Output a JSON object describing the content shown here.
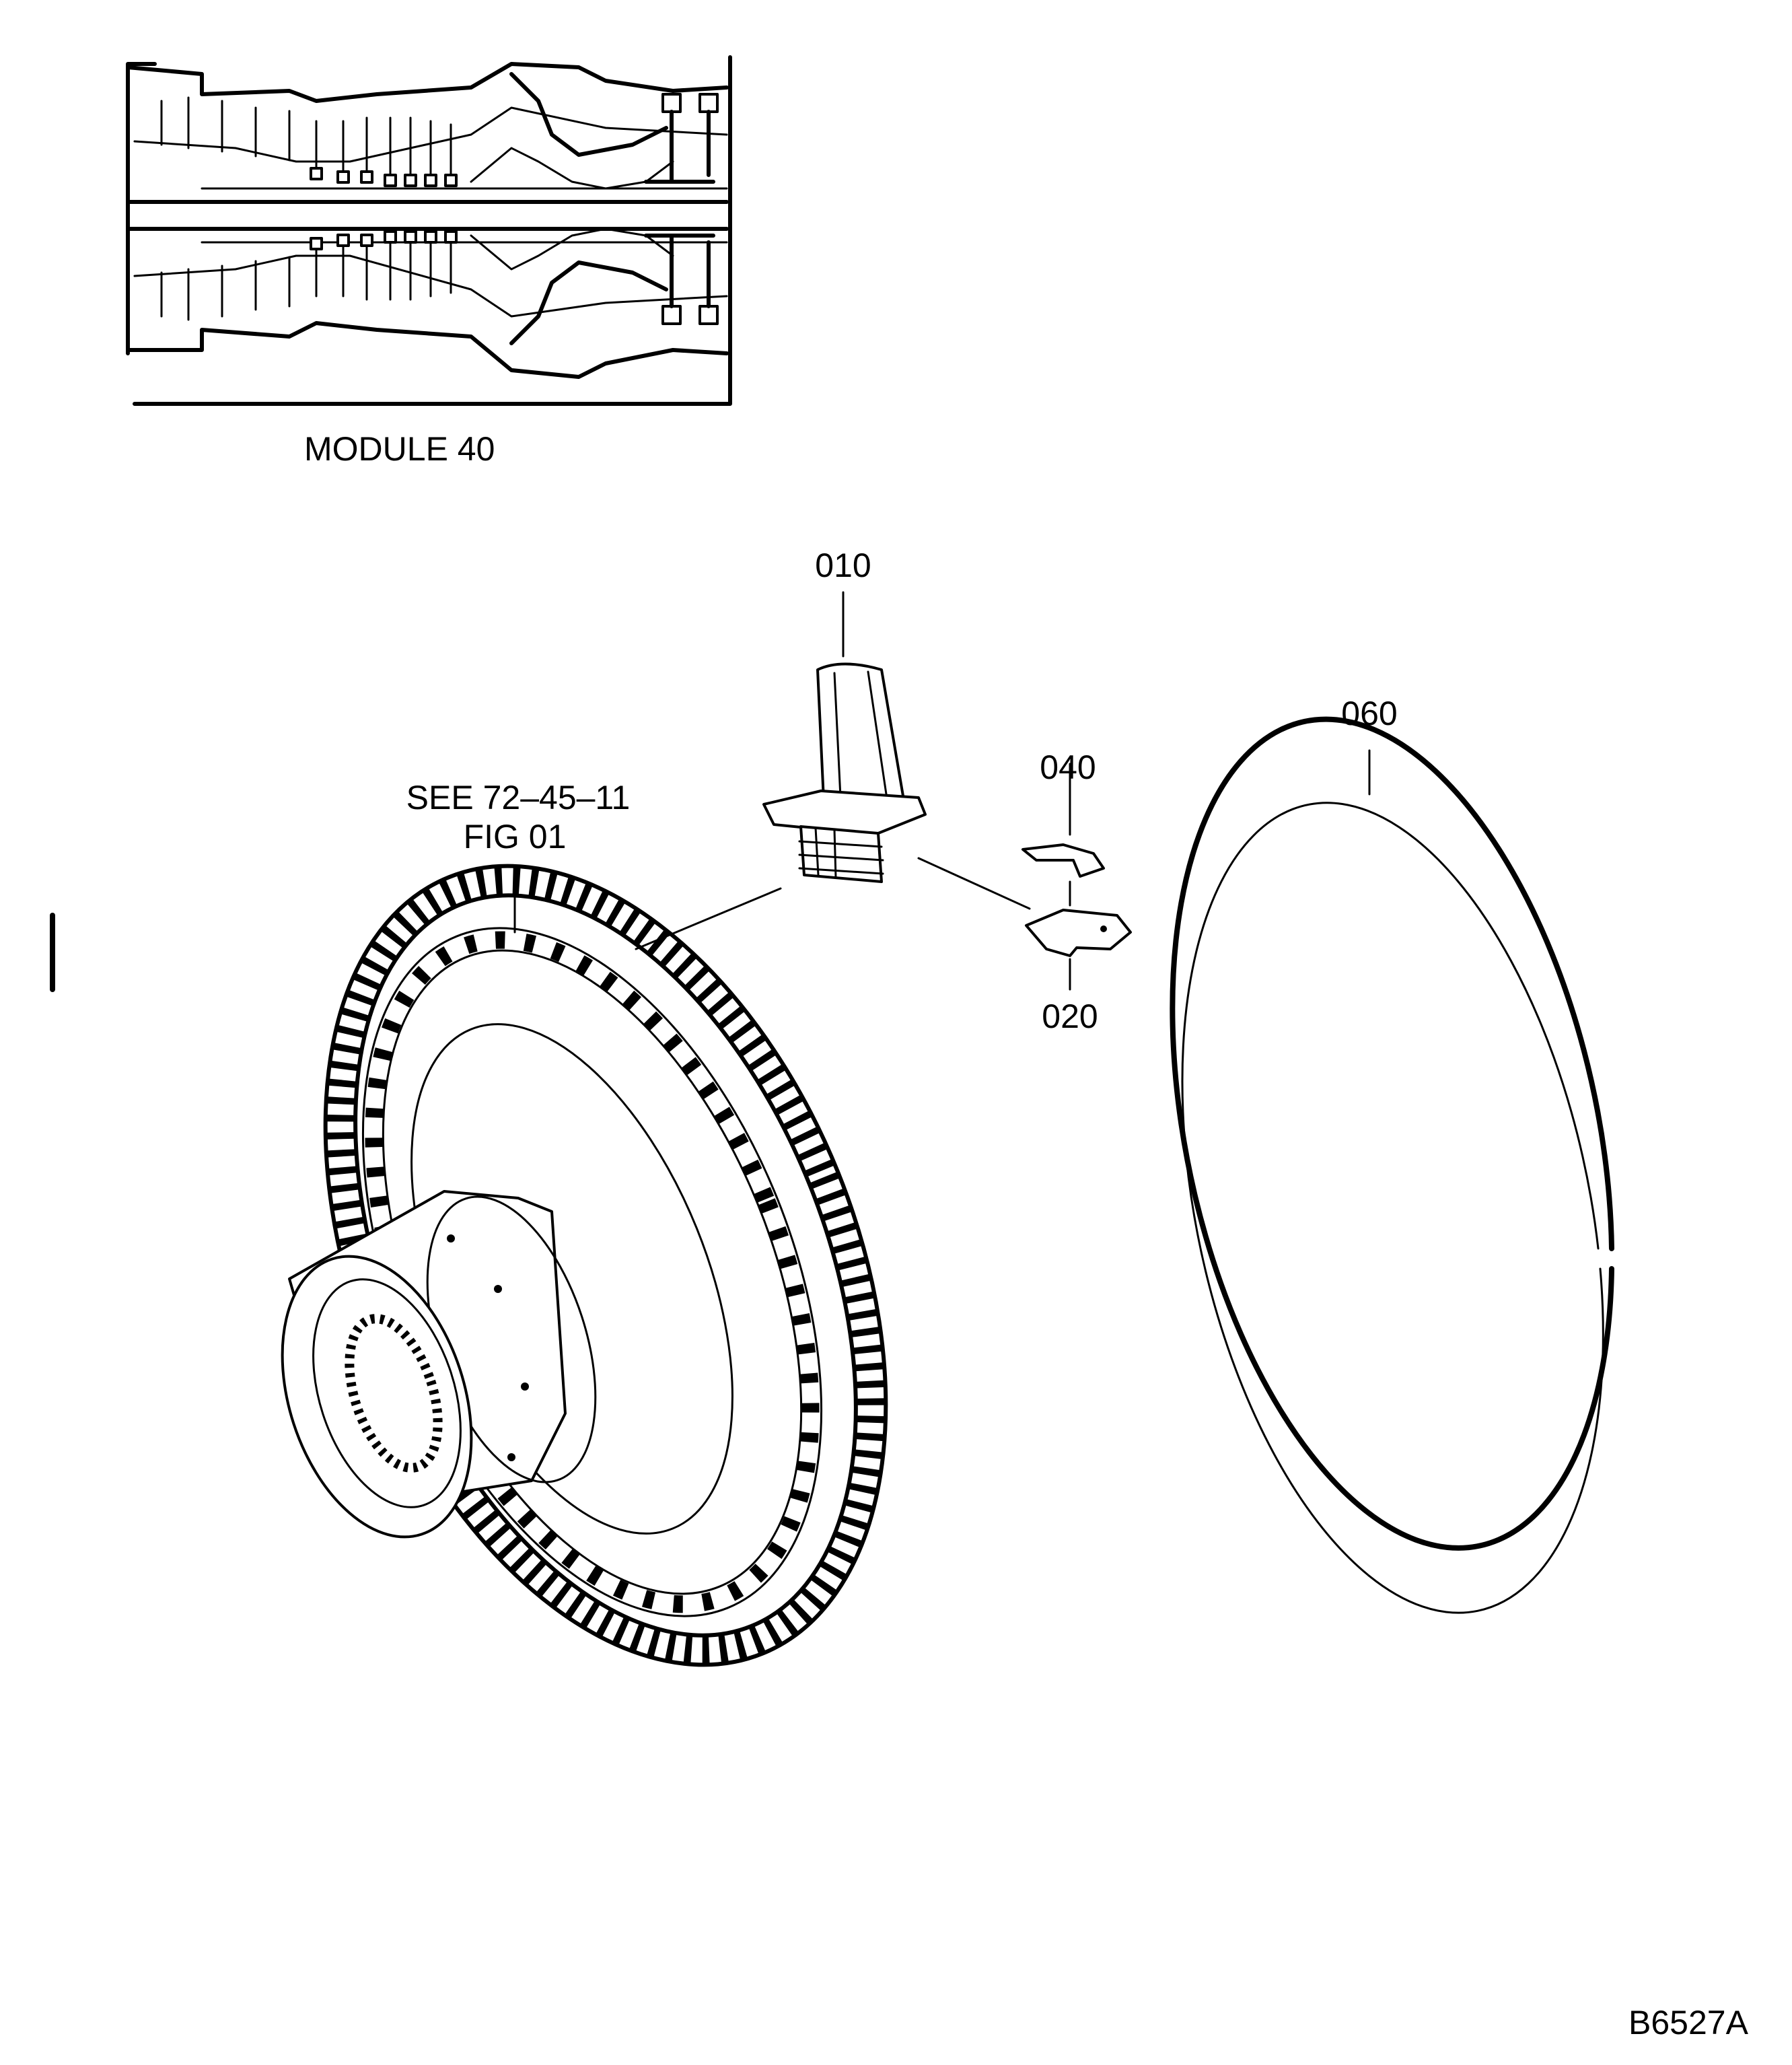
{
  "inset": {
    "caption": "MODULE 40"
  },
  "callouts": {
    "c010": "010",
    "c020": "020",
    "c040": "040",
    "c060": "060",
    "see_ref_line1": "SEE 72–45–11",
    "see_ref_line2": "FIG 01"
  },
  "figure_id": "B6527A"
}
